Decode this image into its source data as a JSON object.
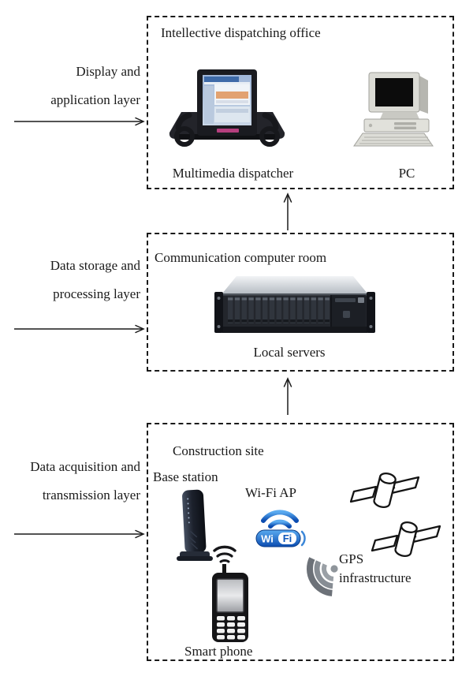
{
  "colors": {
    "text": "#1a1a1a",
    "box_border": "#1a1a1a",
    "wifi_blue": "#0b4cb0",
    "gps_gray": "#878d94"
  },
  "layers": {
    "display": {
      "side_label_line1": "Display and",
      "side_label_line2": "application layer",
      "box_title": "Intellective dispatching office",
      "dispatcher_label": "Multimedia dispatcher",
      "pc_label": "PC"
    },
    "storage": {
      "side_label_line1": "Data storage and",
      "side_label_line2": "processing layer",
      "box_title": "Communication computer room",
      "servers_label": "Local servers"
    },
    "acquisition": {
      "side_label_line1": "Data acquisition and",
      "side_label_line2": "transmission layer",
      "box_title": "Construction site",
      "base_station_label": "Base station",
      "wifi_ap_label": "Wi-Fi AP",
      "wifi_logo": {
        "wi": "Wi",
        "fi": "Fi"
      },
      "smartphone_label": "Smart phone",
      "gps_label_line1": "GPS",
      "gps_label_line2": "infrastructure"
    }
  }
}
